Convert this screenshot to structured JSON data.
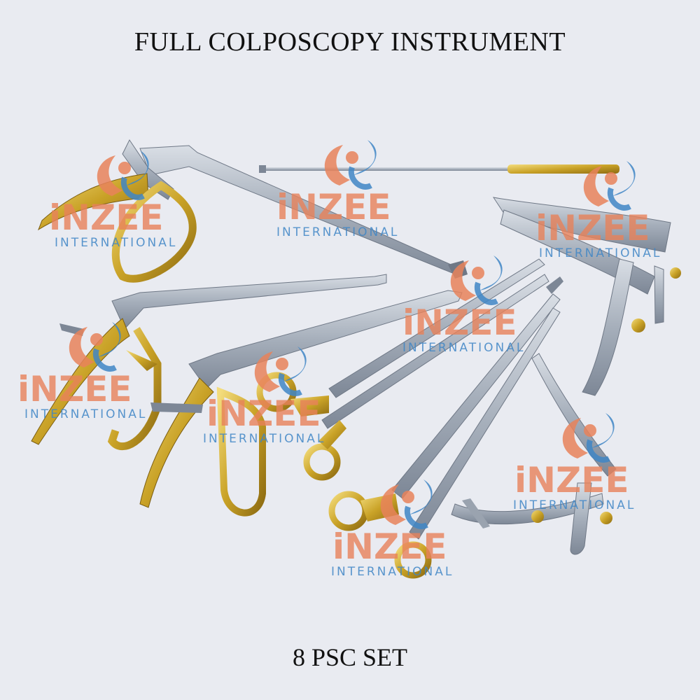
{
  "title": "FULL COLPOSCOPY INSTRUMENT",
  "footer": "8 PSC SET",
  "watermark": {
    "brand": "iNZEE",
    "sub": "INTERNATIONAL",
    "icon": "person-swoosh-logo",
    "colors": {
      "orange": "#e8825a",
      "blue": "#3f86c6"
    }
  },
  "colors": {
    "background": "#e9ebf1",
    "steel": "#aab3bf",
    "steel_dark": "#7d8796",
    "gold": "#c9a227"
  }
}
